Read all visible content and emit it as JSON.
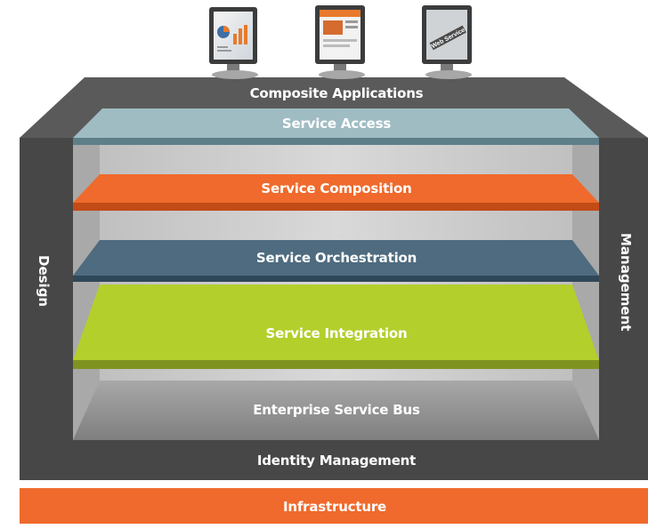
{
  "diagram": {
    "top_label": "Composite Applications",
    "layers": [
      {
        "label": "Service Access",
        "color": "#9fbcc3"
      },
      {
        "label": "Service Composition",
        "color": "#ef6a2c"
      },
      {
        "label": "Service Orchestration",
        "color": "#4e6b7f"
      },
      {
        "label": "Service Integration",
        "color": "#b3cf2c"
      },
      {
        "label": "Enterprise Service Bus",
        "color": "#9a9a9a"
      }
    ],
    "left_label": "Design",
    "right_label": "Management",
    "bottom_label": "Identity Management",
    "base_label": "Infrastructure",
    "frame_color": "#4b4b4b",
    "base_color": "#ef6a2c",
    "monitors": [
      {
        "icon": "chart-monitor-icon"
      },
      {
        "icon": "webpage-monitor-icon"
      },
      {
        "icon": "web-service-monitor-icon",
        "screen_text": "Web Service"
      }
    ]
  }
}
